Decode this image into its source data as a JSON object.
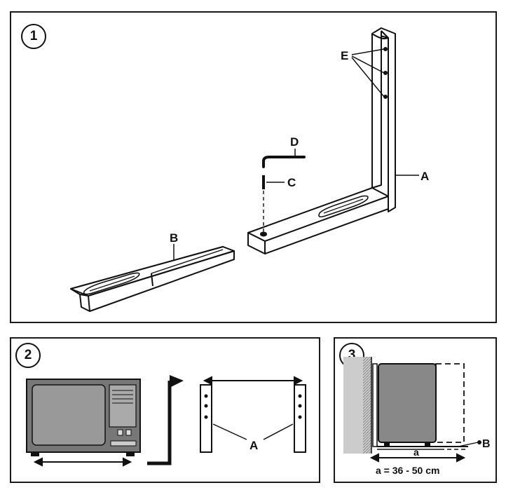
{
  "panel1": {
    "step": "1",
    "labels": {
      "A": "A",
      "B": "B",
      "C": "C",
      "D": "D",
      "E": "E"
    }
  },
  "panel2": {
    "step": "2",
    "labels": {
      "A": "A"
    }
  },
  "panel3": {
    "step": "3",
    "labels": {
      "B": "B",
      "a": "a",
      "measure": "a = 36 - 50 cm"
    }
  }
}
